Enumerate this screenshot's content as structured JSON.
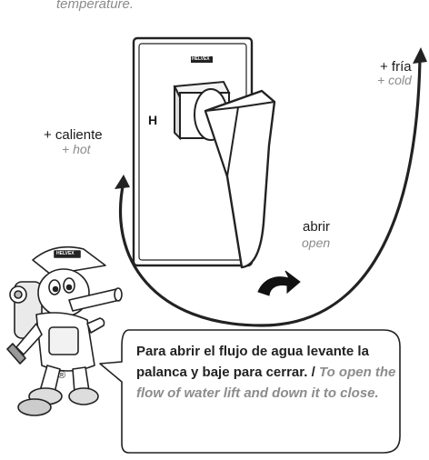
{
  "top_caption": "temperature.",
  "labels": {
    "hot_es": "+ caliente",
    "hot_en": "+ hot",
    "cold_es": "+ fría",
    "cold_en": "+ cold",
    "open_es": "abrir",
    "open_en": "open",
    "plate_letter": "H",
    "plate_badge": "HELVEX",
    "mascot_cap": "HELVEX",
    "registered": "®"
  },
  "callout": {
    "es": "Para abrir el flujo de agua levante la palanca y baje para cerrar. /",
    "en": "To open the flow of water lift and down it to close."
  }
}
